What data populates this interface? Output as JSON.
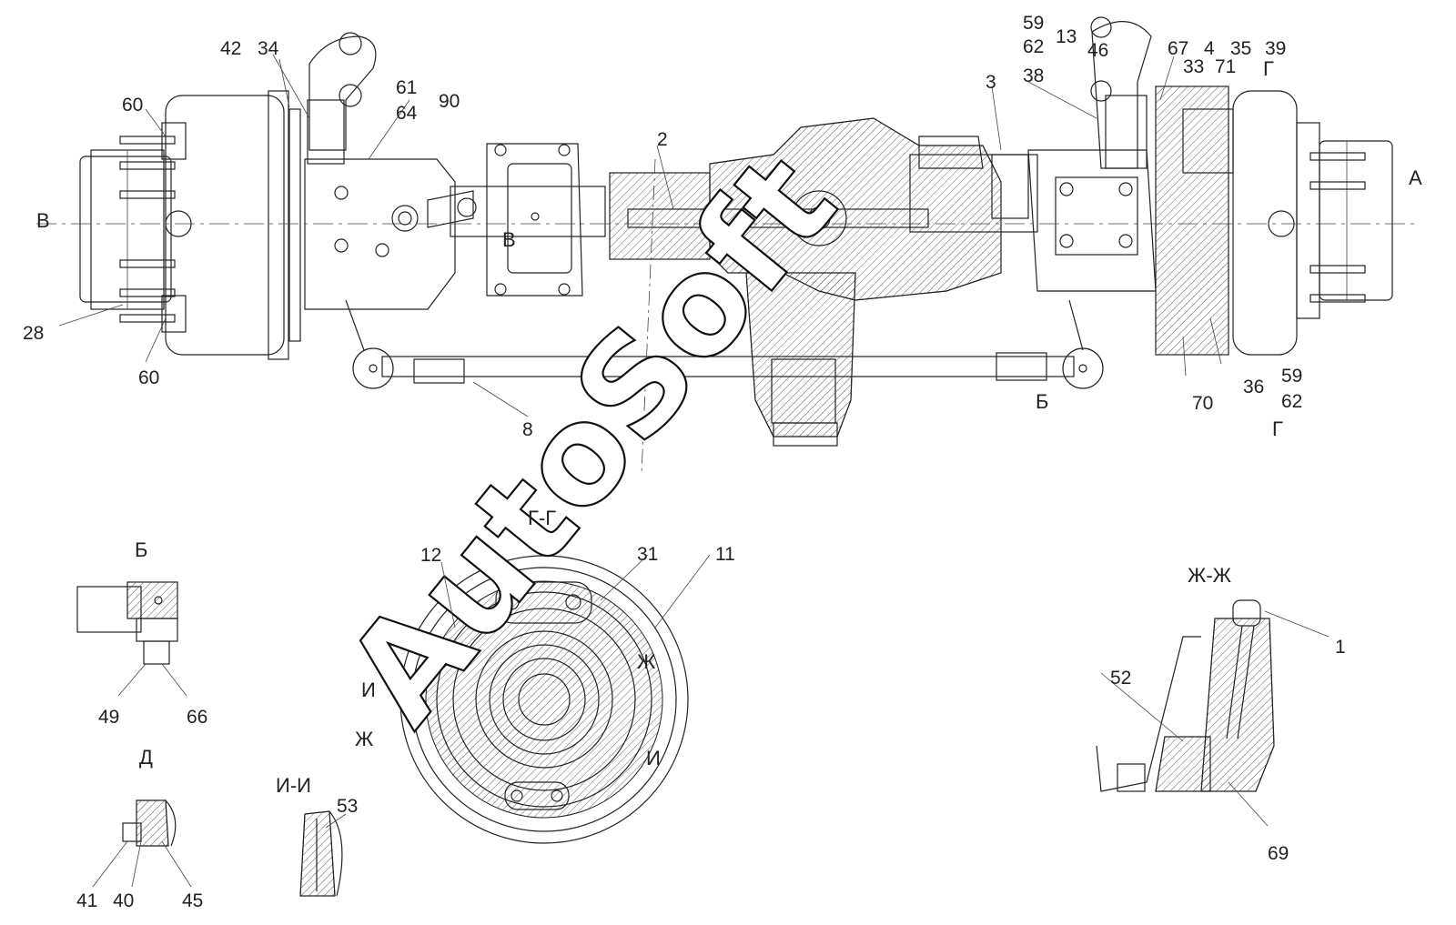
{
  "watermark": "AutoSoft",
  "section_labels": {
    "A": "А",
    "B_left": "В",
    "B_mid": "В",
    "B_view": "Б",
    "B_cut": "Б",
    "G_top": "Г",
    "G_bottom": "Г",
    "GG": "Г-Г",
    "ZhZh": "Ж-Ж",
    "Zh_up": "Ж",
    "Zh_down": "Ж",
    "I_up": "И",
    "I_down": "И",
    "II": "И-И",
    "D": "Д"
  },
  "callouts": {
    "c42": "42",
    "c34": "34",
    "c60a": "60",
    "c61": "61",
    "c64": "64",
    "c90": "90",
    "c28": "28",
    "c60b": "60",
    "c2": "2",
    "c3": "3",
    "c8": "8",
    "c59a": "59",
    "c62a": "62",
    "c13": "13",
    "c46": "46",
    "c38": "38",
    "c67": "67",
    "c4": "4",
    "c35": "35",
    "c39": "39",
    "c33": "33",
    "c71": "71",
    "c70": "70",
    "c36": "36",
    "c59b": "59",
    "c62b": "62",
    "c12": "12",
    "c31": "31",
    "c11": "11",
    "c49": "49",
    "c66": "66",
    "c41": "41",
    "c40": "40",
    "c45": "45",
    "c53": "53",
    "c52": "52",
    "c1": "1",
    "c69": "69"
  }
}
